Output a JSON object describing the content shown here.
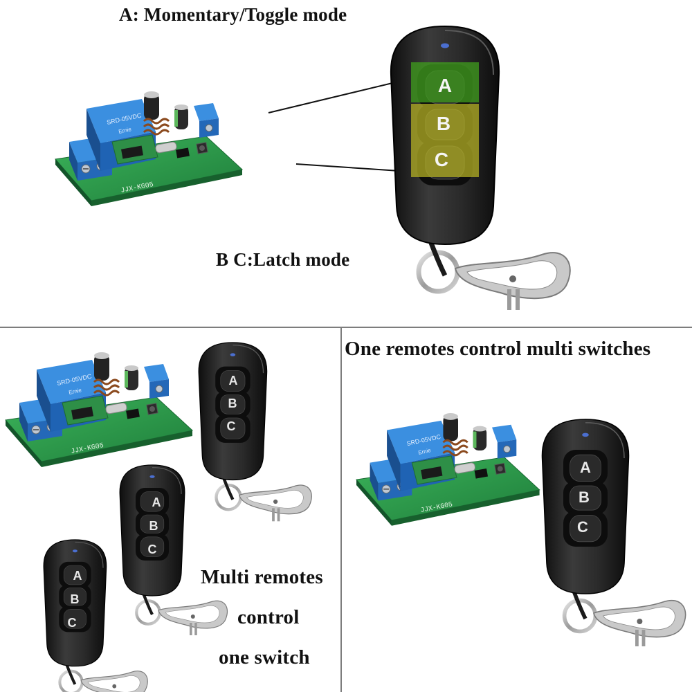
{
  "captions": {
    "mode_a": "A: Momentary/Toggle mode",
    "mode_bc": "B C:Latch mode",
    "one_remote": "One remotes control multi switches",
    "multi_line1": "Multi remotes",
    "multi_line2": "control",
    "multi_line3": "one switch"
  },
  "board": {
    "silkscreen": "JJX-KG05",
    "relay_brand": "Ernie"
  },
  "remote": {
    "button_a": "A",
    "button_b": "B",
    "button_c": "C"
  },
  "colors": {
    "highlight_a": "#3f9a1e",
    "highlight_bc": "#b8b424",
    "pcb_green": "#2f9a4d",
    "relay_blue": "#2f7bd0",
    "terminal_blue": "#2f84d6",
    "remote_body": "#1f1f1f"
  }
}
